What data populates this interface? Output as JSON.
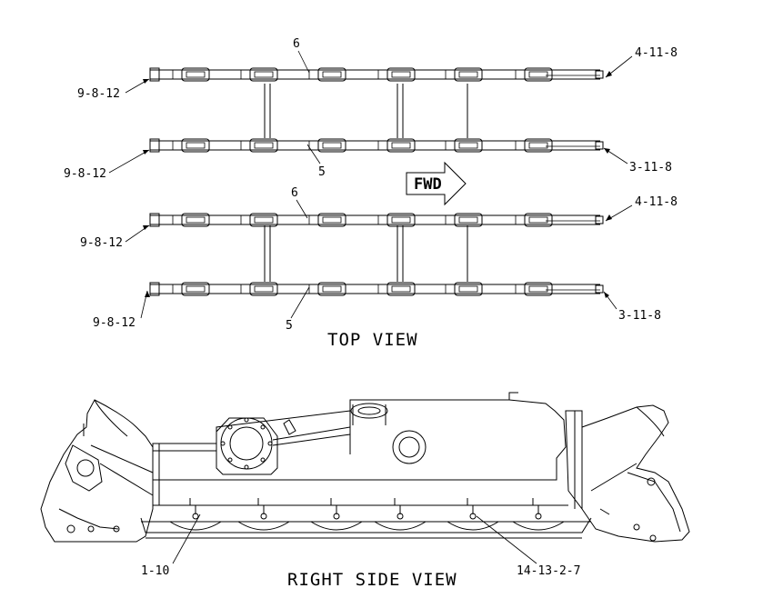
{
  "top_view": {
    "title": "TOP VIEW",
    "fwd_label": "FWD",
    "rails": [
      {
        "left_callout": "9-8-12",
        "right_callout": "4-11-8",
        "mid_callout": "6"
      },
      {
        "left_callout": "9-8-12",
        "right_callout": "3-11-8",
        "mid_callout": "5"
      },
      {
        "left_callout": "9-8-12",
        "right_callout": "4-11-8",
        "mid_callout": "6"
      },
      {
        "left_callout": "9-8-12",
        "right_callout": "3-11-8",
        "mid_callout": "5"
      }
    ]
  },
  "side_view": {
    "title": "RIGHT SIDE VIEW",
    "callouts": [
      "1-10",
      "14-13-2-7"
    ]
  }
}
